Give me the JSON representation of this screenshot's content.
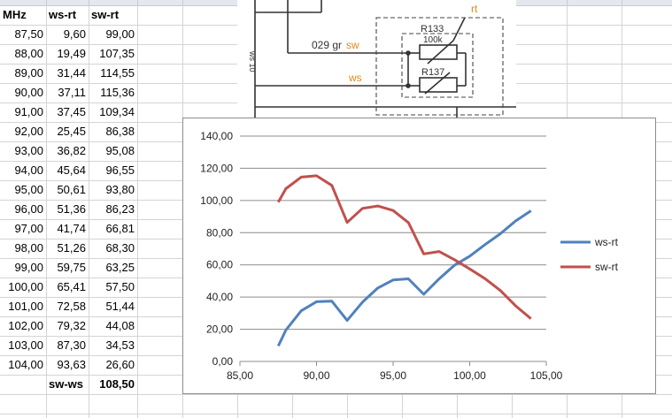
{
  "table": {
    "headers": [
      "MHz",
      "ws-rt",
      "sw-rt"
    ],
    "rows": [
      [
        "87,50",
        "9,60",
        "99,00"
      ],
      [
        "88,00",
        "19,49",
        "107,35"
      ],
      [
        "89,00",
        "31,44",
        "114,55"
      ],
      [
        "90,00",
        "37,11",
        "115,36"
      ],
      [
        "91,00",
        "37,45",
        "109,34"
      ],
      [
        "92,00",
        "25,45",
        "86,38"
      ],
      [
        "93,00",
        "36,82",
        "95,08"
      ],
      [
        "94,00",
        "45,64",
        "96,55"
      ],
      [
        "95,00",
        "50,61",
        "93,80"
      ],
      [
        "96,00",
        "51,36",
        "86,23"
      ],
      [
        "97,00",
        "41,74",
        "66,81"
      ],
      [
        "98,00",
        "51,26",
        "68,30"
      ],
      [
        "99,00",
        "59,75",
        "63,25"
      ],
      [
        "100,00",
        "65,41",
        "57,50"
      ],
      [
        "101,00",
        "72,58",
        "51,44"
      ],
      [
        "102,00",
        "79,32",
        "44,08"
      ],
      [
        "103,00",
        "87,30",
        "34,53"
      ],
      [
        "104,00",
        "93,63",
        "26,60"
      ]
    ],
    "footer": {
      "label": "sw-ws",
      "value": "108,50"
    }
  },
  "schematic": {
    "labels": {
      "rt": "rt",
      "r133": "R133",
      "r133_value": "100k",
      "r137": "R137",
      "wire": "029 gr",
      "sw": "sw",
      "ws": "ws",
      "side": "ws 10"
    },
    "colors": {
      "line": "#333333",
      "accent": "#e08a1e"
    }
  },
  "chart_data": {
    "type": "line",
    "x": [
      87.5,
      88,
      89,
      90,
      91,
      92,
      93,
      94,
      95,
      96,
      97,
      98,
      99,
      100,
      101,
      102,
      103,
      104
    ],
    "series": [
      {
        "name": "ws-rt",
        "color": "#4f81bd",
        "values": [
          9.6,
          19.49,
          31.44,
          37.11,
          37.45,
          25.45,
          36.82,
          45.64,
          50.61,
          51.36,
          41.74,
          51.26,
          59.75,
          65.41,
          72.58,
          79.32,
          87.3,
          93.63
        ]
      },
      {
        "name": "sw-rt",
        "color": "#c0504d",
        "values": [
          99.0,
          107.35,
          114.55,
          115.36,
          109.34,
          86.38,
          95.08,
          96.55,
          93.8,
          86.23,
          66.81,
          68.3,
          63.25,
          57.5,
          51.44,
          44.08,
          34.53,
          26.6
        ]
      }
    ],
    "xlim": [
      85,
      105
    ],
    "ylim": [
      0,
      140
    ],
    "x_ticks": [
      "85,00",
      "90,00",
      "95,00",
      "100,00",
      "105,00"
    ],
    "y_ticks": [
      "0,00",
      "20,00",
      "40,00",
      "60,00",
      "80,00",
      "100,00",
      "120,00",
      "140,00"
    ],
    "grid": "horizontal",
    "legend": "right"
  }
}
